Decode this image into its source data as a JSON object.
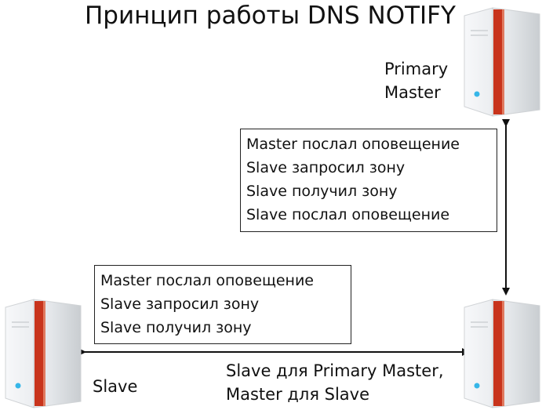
{
  "title": "Принцип работы DNS NOTIFY",
  "primary": {
    "line1": "Primary",
    "line2": "Master"
  },
  "box_top": {
    "lines": [
      "Master послал оповещение",
      "Slave запросил зону",
      "Slave получил зону",
      "Slave послал оповещение"
    ]
  },
  "box_bottom": {
    "lines": [
      "Master послал оповещение",
      "Slave запросил зону",
      "Slave получил зону"
    ]
  },
  "slave_label": "Slave",
  "middle_label": {
    "line1": "Slave для Primary Master,",
    "line2": "Master для Slave"
  },
  "colors": {
    "server_body": "#e9ecef",
    "server_stripe": "#c8341c",
    "led": "#36b6e8"
  },
  "icons": [
    "server-icon",
    "double-arrow-icon"
  ]
}
